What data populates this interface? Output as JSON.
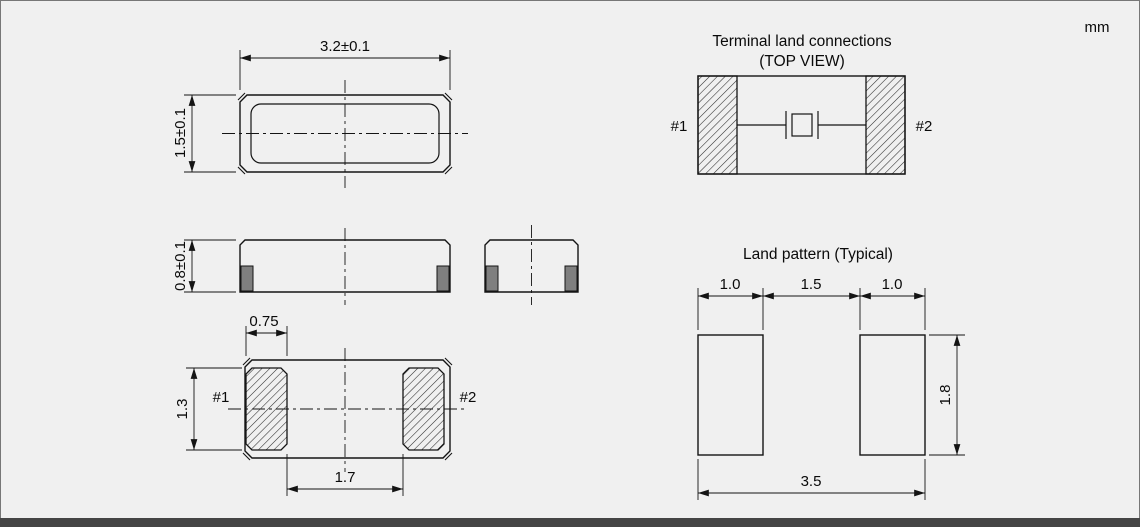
{
  "unit_label": "mm",
  "top_view": {
    "width_dim": "3.2±0.1",
    "height_dim": "1.5±0.1"
  },
  "side_view": {
    "height_dim": "0.8±0.1"
  },
  "bottom_view": {
    "pad_width_dim": "0.75",
    "pad_height_dim": "1.3",
    "pad_gap_dim": "1.7",
    "pin1_label": "#1",
    "pin2_label": "#2"
  },
  "terminal_connections": {
    "title": "Terminal land connections",
    "subtitle": "(TOP VIEW)",
    "pin1_label": "#1",
    "pin2_label": "#2"
  },
  "land_pattern": {
    "title": "Land pattern (Typical)",
    "pad1_width_dim": "1.0",
    "gap_dim": "1.5",
    "pad2_width_dim": "1.0",
    "pad_height_dim": "1.8",
    "total_width_dim": "3.5"
  }
}
